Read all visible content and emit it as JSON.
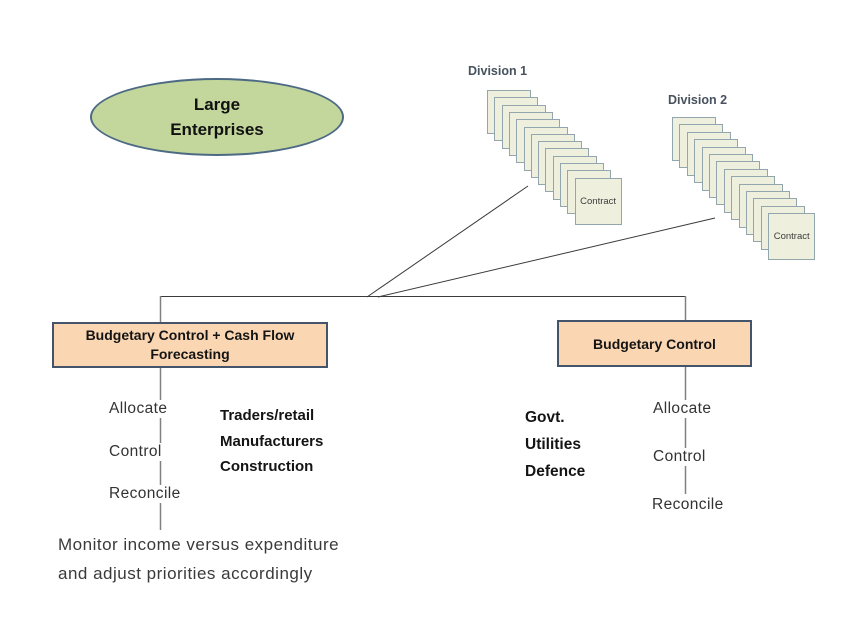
{
  "ellipse": {
    "line1": "Large",
    "line2": "Enterprises"
  },
  "divisions": [
    {
      "label": "Division 1",
      "contract_label": "Contract",
      "card_count": 13
    },
    {
      "label": "Division 2",
      "contract_label": "Contract",
      "card_count": 14
    }
  ],
  "boxes": {
    "left": {
      "line1": "Budgetary Control + Cash Flow",
      "line2": "Forecasting"
    },
    "right": {
      "label": "Budgetary Control"
    }
  },
  "left_steps": [
    "Allocate",
    "Control",
    "Reconcile"
  ],
  "right_steps": [
    "Allocate",
    "Control",
    "Reconcile"
  ],
  "left_sectors": [
    "Traders/retail",
    "Manufacturers",
    "Construction"
  ],
  "right_sectors": [
    "Govt.",
    "Utilities",
    "Defence"
  ],
  "note": {
    "line1": "Monitor income versus expenditure",
    "line2": "and adjust priorities accordingly"
  },
  "colors": {
    "ellipse_fill": "#c3d69b",
    "ellipse_border": "#4d6a85",
    "box_fill": "#fbd6b3",
    "box_border": "#44546a",
    "card_fill": "#eef0dd",
    "card_border": "#93a5ad"
  }
}
